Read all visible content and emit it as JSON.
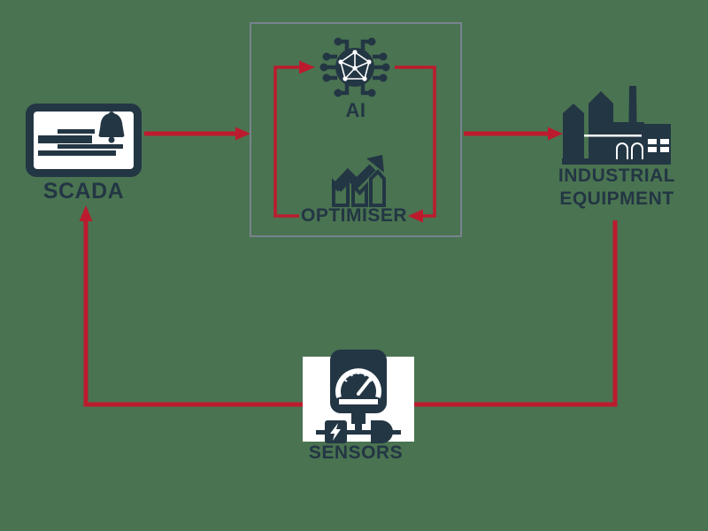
{
  "colors": {
    "background": "#4A7351",
    "ink": "#233644",
    "arrow_red": "#BC1B2E",
    "box_border": "#78838E",
    "panel_white": "#FFFFFF"
  },
  "nodes": {
    "scada": {
      "label": "SCADA",
      "icon": "scada-monitor-bell-icon"
    },
    "ai": {
      "label": "AI",
      "icon": "ai-network-chip-icon"
    },
    "optimiser": {
      "label": "OPTIMISER",
      "icon": "growth-chart-icon"
    },
    "industrial_equipment": {
      "label": "INDUSTRIAL EQUIPMENT",
      "lines": [
        "INDUSTRIAL",
        "EQUIPMENT"
      ],
      "icon": "factory-icon"
    },
    "sensors": {
      "label": "SENSORS",
      "icon": "pressure-gauge-sensor-icon"
    }
  },
  "edges": [
    {
      "from": "SCADA",
      "to": "AI-OPTIMISER box"
    },
    {
      "from": "OPTIMISER",
      "to": "AI"
    },
    {
      "from": "AI",
      "to": "OPTIMISER"
    },
    {
      "from": "AI-OPTIMISER box",
      "to": "INDUSTRIAL EQUIPMENT"
    },
    {
      "from": "INDUSTRIAL EQUIPMENT",
      "to": "SENSORS"
    },
    {
      "from": "SENSORS",
      "to": "SCADA"
    }
  ]
}
